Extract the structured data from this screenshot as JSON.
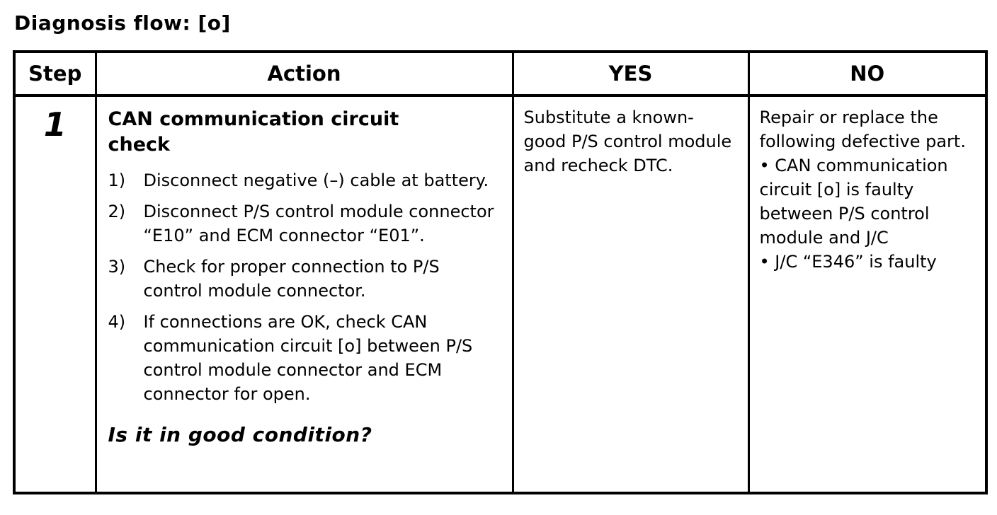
{
  "title": "Diagnosis flow: [o]",
  "colors": {
    "text": "#000000",
    "border": "#000000",
    "background": "#ffffff"
  },
  "table": {
    "headers": [
      "Step",
      "Action",
      "YES",
      "NO"
    ],
    "row": {
      "step": "1",
      "action": {
        "heading": "CAN communication circuit check",
        "items": [
          {
            "num": "1)",
            "text": "Disconnect negative (–) cable at battery."
          },
          {
            "num": "2)",
            "text": "Disconnect P/S control module connector “E10” and ECM connector “E01”."
          },
          {
            "num": "3)",
            "text": "Check for proper connection to P/S control module connector."
          },
          {
            "num": "4)",
            "text": "If connections are OK, check CAN communication circuit [o] between P/S control module connector and ECM connector for open."
          }
        ],
        "question": "Is it in good condition?"
      },
      "yes": "Substitute a known-good P/S control module and recheck DTC.",
      "no_lines": [
        "Repair or replace the following defective part.",
        "• CAN communication circuit [o] is faulty between P/S control module and J/C",
        "• J/C “E346” is faulty"
      ]
    }
  }
}
